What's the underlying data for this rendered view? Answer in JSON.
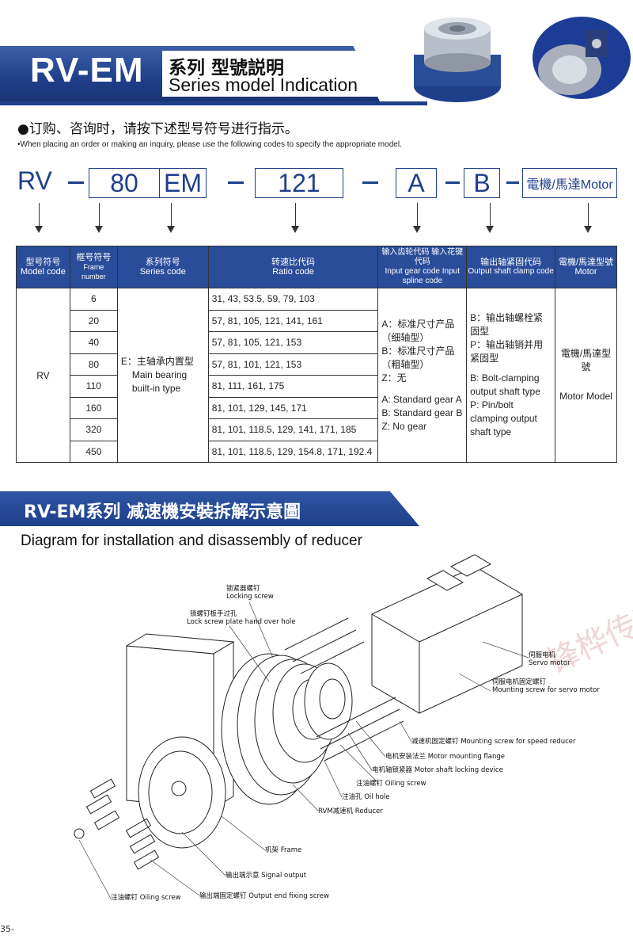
{
  "header": {
    "code": "RV-EM",
    "title_cn": "系列 型號説明",
    "title_en": "Series model Indication"
  },
  "notes": {
    "cn": "●订购、咨询时，请按下述型号符号进行指示。",
    "en": "•When placing an order or making an inquiry, please use the following codes to specify the appropriate model."
  },
  "model_code": {
    "prefix": "RV",
    "frame": "80",
    "series": "EM",
    "ratio": "121",
    "input": "A",
    "output": "B",
    "motor": "電機/馬達Motor"
  },
  "table": {
    "headers": [
      {
        "cn": "型号符号",
        "en": "Model code"
      },
      {
        "cn": "框号符号",
        "en": "Frame number"
      },
      {
        "cn": "系列符号",
        "en": "Series code"
      },
      {
        "cn": "转速比代码",
        "en": "Ratio code"
      },
      {
        "cn": "输入齿轮代码 输入花键代码",
        "en": "Input gear code Input spline code"
      },
      {
        "cn": "输出轴紧固代码",
        "en": "Output shaft clamp code"
      },
      {
        "cn": "電機/馬達型號",
        "en": "Motor"
      }
    ],
    "model": "RV",
    "rows": [
      {
        "frame": "6",
        "ratio": "31, 43, 53.5, 59, 79, 103"
      },
      {
        "frame": "20",
        "ratio": "57, 81, 105, 121, 141, 161"
      },
      {
        "frame": "40",
        "ratio": "57, 81, 105, 121, 153"
      },
      {
        "frame": "80",
        "ratio": "57, 81, 101, 121, 153"
      },
      {
        "frame": "110",
        "ratio": "81, 111, 161, 175"
      },
      {
        "frame": "160",
        "ratio": "81, 101, 129, 145, 171"
      },
      {
        "frame": "320",
        "ratio": "81, 101, 118.5, 129, 141, 171, 185"
      },
      {
        "frame": "450",
        "ratio": "81, 101, 118.5, 129, 154.8, 171, 192.4"
      }
    ],
    "series": {
      "cn": "E：主轴承内置型",
      "en": "Main bearing built-in type"
    },
    "input": {
      "a_cn": "A：标准尺寸产品（细轴型）",
      "b_cn": "B：标准尺寸产品（粗轴型）",
      "z_cn": "Z：无",
      "a_en": "A: Standard gear A",
      "b_en": "B: Standard gear B",
      "z_en": "Z: No gear"
    },
    "output": {
      "b_cn": "B：输出轴螺栓紧固型",
      "p_cn": "P：输出轴销并用紧固型",
      "b_en": "B: Bolt-clamping output shaft type",
      "p_en": "P: Pin/bolt clamping output shaft type"
    },
    "motor": {
      "cn": "電機/馬達型號",
      "en": "Motor Model"
    }
  },
  "section2": {
    "title": "RV-EM系列 减速機安裝拆解示意圖",
    "subtitle": "Diagram for installation and disassembly of reducer"
  },
  "callouts": [
    {
      "cn": "锁紧器螺钉",
      "en": "Locking screw"
    },
    {
      "cn": "锁螺钉板手过孔",
      "en": "Lock screw plate hand over hole"
    },
    {
      "cn": "伺服电机",
      "en": "Servo motor"
    },
    {
      "cn": "伺服电机固定螺钉",
      "en": "Mounting screw for servo motor"
    },
    {
      "cn": "减速机固定螺钉",
      "en": "Mounting screw for speed reducer"
    },
    {
      "cn": "电机安装法兰",
      "en": "Motor mounting flange"
    },
    {
      "cn": "电机轴锁紧器",
      "en": "Motor shaft locking device"
    },
    {
      "cn": "注油螺钉",
      "en": "Oiling screw"
    },
    {
      "cn": "注油孔",
      "en": "Oil hole"
    },
    {
      "cn": "RVM减速机",
      "en": "Reducer"
    },
    {
      "cn": "机架",
      "en": "Frame"
    },
    {
      "cn": "输出端示意",
      "en": "Signal output"
    },
    {
      "cn": "输出端固定螺钉",
      "en": "Output end fixing screw"
    },
    {
      "cn": "注油螺钉",
      "en": "Oiling screw"
    }
  ],
  "page_number": "35-",
  "colors": {
    "brand": "#1f3f8a",
    "table_header": "#2a4d9a"
  }
}
